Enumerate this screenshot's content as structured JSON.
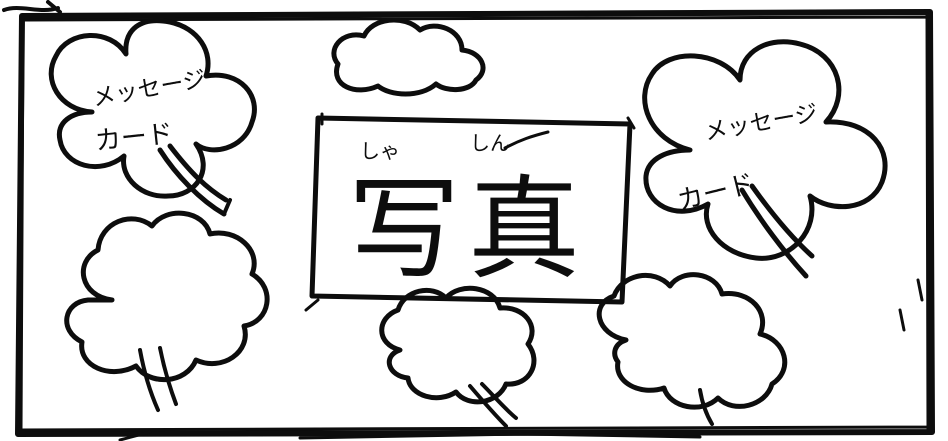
{
  "sketch": {
    "center_kanji": "写真",
    "ruby_left": "しゃ",
    "ruby_right": "しん",
    "card_label_line1": "メッセージ",
    "card_label_line2": "カード",
    "colors": {
      "ink": "#0d0d0d",
      "paper": "#ffffff"
    },
    "icons": [
      "clover-icon",
      "cloud-icon",
      "flower-icon"
    ]
  }
}
